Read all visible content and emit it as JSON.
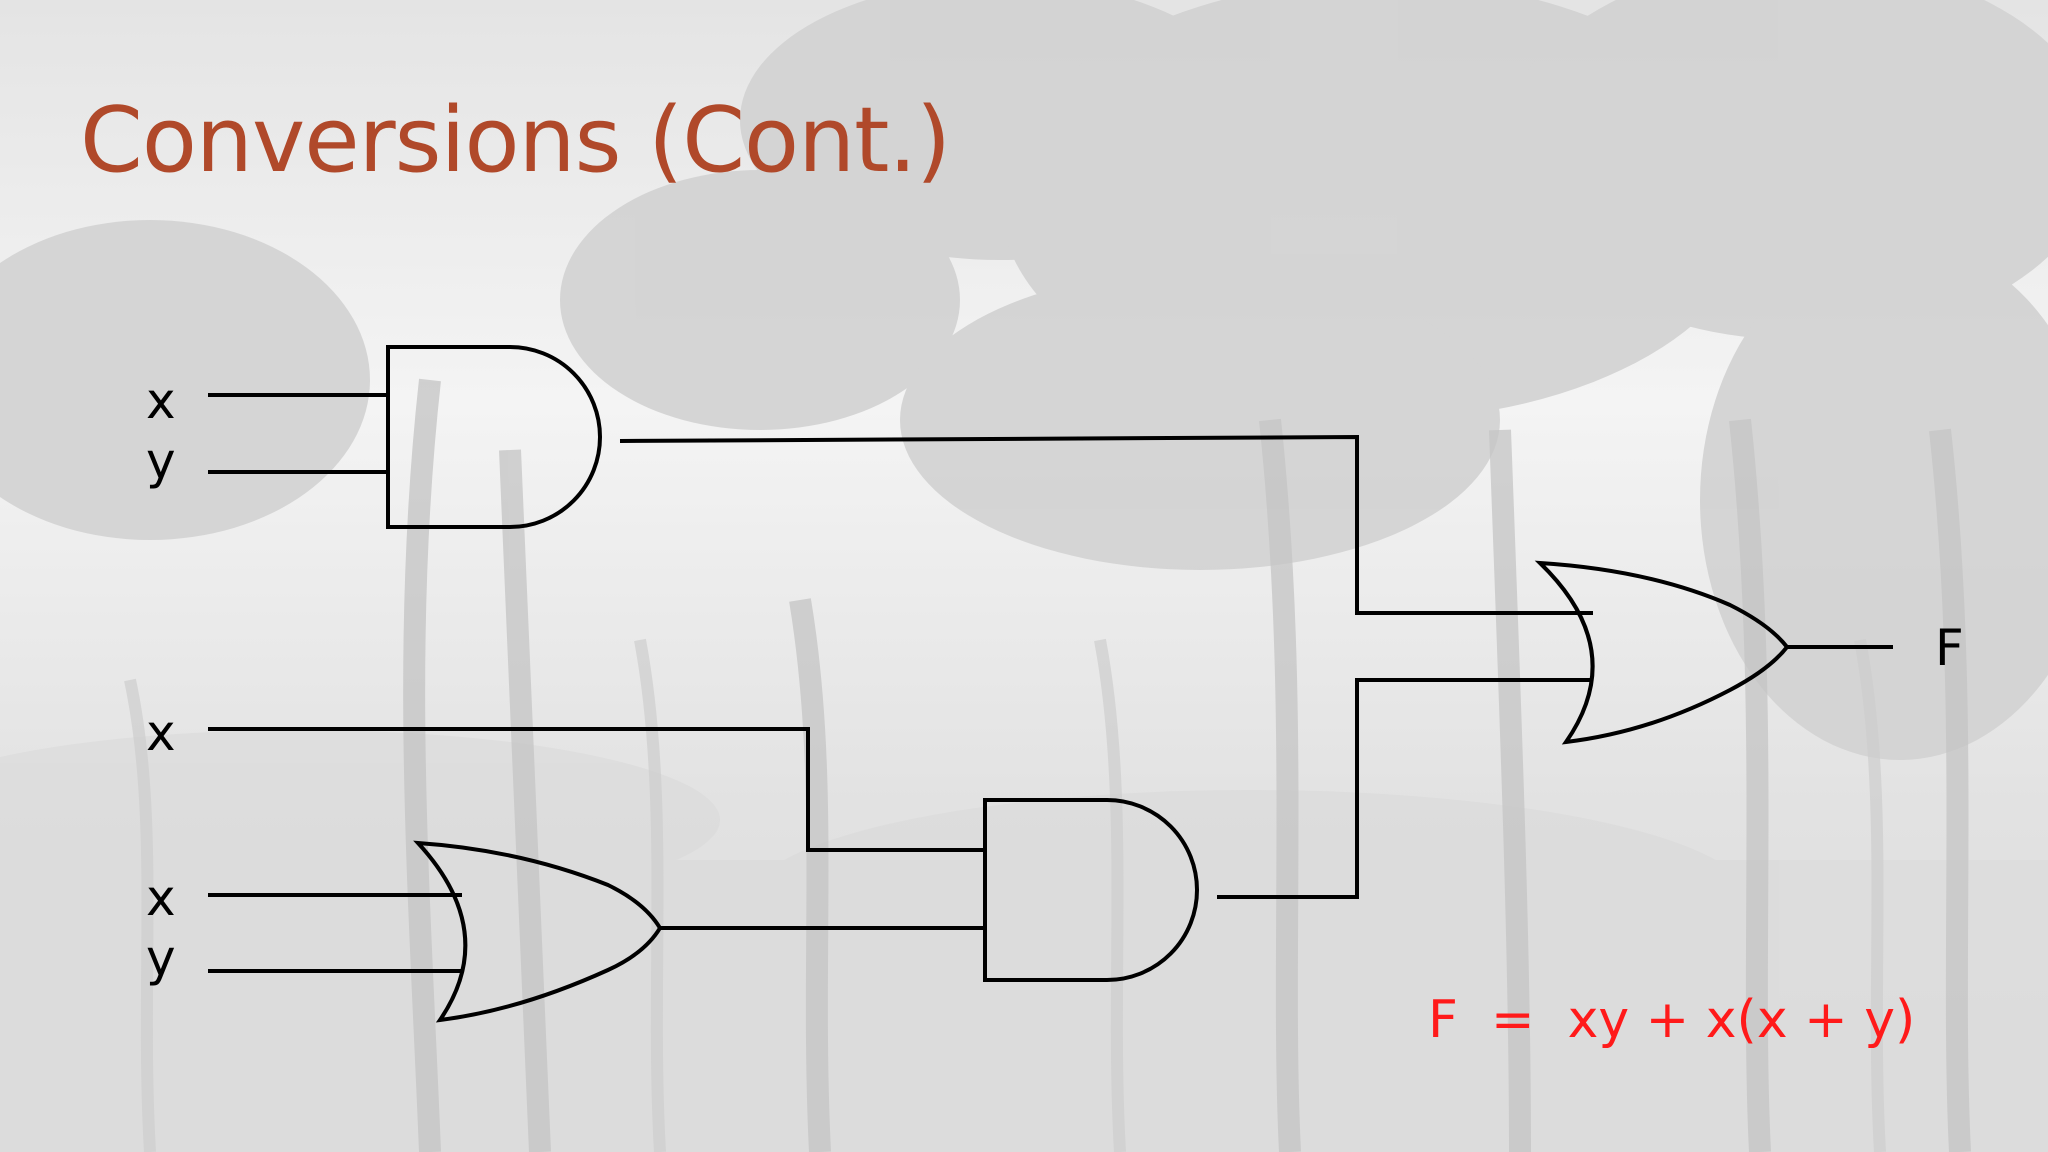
{
  "slide": {
    "title": "Conversions (Cont.)"
  },
  "colors": {
    "title": "#b0492a",
    "equation": "#ff1a1a",
    "wires": "#000000"
  },
  "diagram": {
    "gates": [
      {
        "name": "and-gate-top",
        "type": "AND"
      },
      {
        "name": "or-gate-bottom",
        "type": "OR"
      },
      {
        "name": "and-gate-middle",
        "type": "AND"
      },
      {
        "name": "or-gate-output",
        "type": "OR"
      }
    ],
    "labels": {
      "input_1": "x",
      "input_2": "y",
      "input_3": "x",
      "input_4": "x",
      "input_5": "y",
      "output": "F"
    },
    "equation": "F  =  xy + x(x + y)"
  }
}
